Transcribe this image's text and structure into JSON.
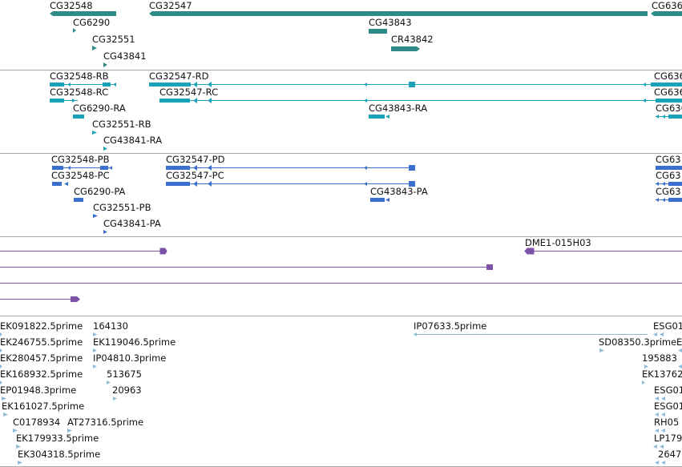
{
  "colors": {
    "genes": "#2e8b87",
    "transcripts": "#1aa3b8",
    "proteins": "#3a6fd0",
    "clones": "#7b52a8",
    "ests": "#8bbcda",
    "separator": "#a9a9a9"
  },
  "genes_track": {
    "g1": "CG32548",
    "g2": "CG32547",
    "g3": "CG636",
    "g4": "CG6290",
    "g5": "CG43843",
    "g6": "CG32551",
    "g7": "CR43842",
    "g8": "CG43841"
  },
  "transcripts_track": {
    "t1": "CG32548-RB",
    "t2": "CG32547-RD",
    "t3": "CG636",
    "t4": "CG32548-RC",
    "t5": "CG32547-RC",
    "t6": "CG636",
    "t7": "CG6290-RA",
    "t8": "CG43843-RA",
    "t9": "CG636",
    "t10": "CG32551-RB",
    "t11": "CG43841-RA"
  },
  "proteins_track": {
    "p1": "CG32548-PB",
    "p2": "CG32547-PD",
    "p3": "CG63",
    "p4": "CG32548-PC",
    "p5": "CG32547-PC",
    "p6": "CG63",
    "p7": "CG6290-PA",
    "p8": "CG43843-PA",
    "p9": "CG63",
    "p10": "CG32551-PB",
    "p11": "CG43841-PA"
  },
  "clones_track": {
    "c1": "DME1-015H03"
  },
  "ests_track": {
    "e1": "EK091822.5prime",
    "e2": "164130",
    "e3": "IP07633.5prime",
    "e4": "ESG01",
    "e5": "EK246755.5prime",
    "e6": "EK119046.5prime",
    "e7": "SD08350.3prime",
    "e8": "E",
    "e9": "EK280457.5prime",
    "e10": "IP04810.3prime",
    "e11": "195883",
    "e12": "EK168932.5prime",
    "e13": "513675",
    "e14": "EK13762",
    "e15": "EP01948.3prime",
    "e16": "20963",
    "e17": "ESG01",
    "e18": "EK161027.5prime",
    "e19": "ESG01",
    "e20": "C0178934",
    "e21": "AT27316.5prime",
    "e22": "RH05",
    "e23": "EK179933.5prime",
    "e24": "LP179",
    "e25": "EK304318.5prime",
    "e26": "2647"
  }
}
